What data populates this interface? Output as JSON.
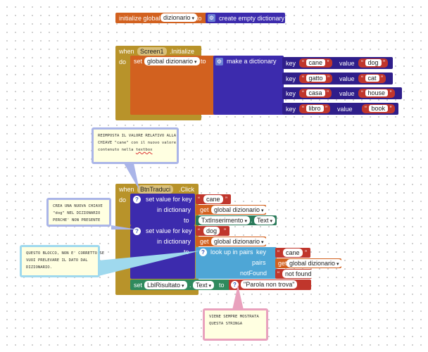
{
  "init_block": {
    "initialize_label": "initialize global",
    "var_name": "dizionario",
    "to_label": "to",
    "create_label": "create empty dictionary"
  },
  "screen_event": {
    "when_label": "when",
    "component": "Screen1",
    "event": ".Initialize",
    "do_label": "do",
    "set_label": "set",
    "set_var": "global dizionario",
    "to_label": "to",
    "make_dict_label": "make a dictionary",
    "pairs": [
      {
        "key_label": "key",
        "key": "cane",
        "value_label": "value",
        "value": "dog"
      },
      {
        "key_label": "key",
        "key": "gatto",
        "value_label": "value",
        "value": "cat"
      },
      {
        "key_label": "key",
        "key": "casa",
        "value_label": "value",
        "value": "house"
      },
      {
        "key_label": "key",
        "key": "libro",
        "value_label": "value",
        "value": "book"
      }
    ]
  },
  "btn_event": {
    "when_label": "when",
    "component": "BtnTraduci",
    "event": ".Click",
    "do_label": "do",
    "set_value_label": "set value for key",
    "in_dict_label": "in dictionary",
    "to_label": "to",
    "get_label": "get",
    "global_dict": "global dizionario",
    "stmt1": {
      "key": "cane",
      "textbox": "TxtInserimento",
      "prop": "Text"
    },
    "stmt2": {
      "key": "dog"
    },
    "lookup_label": "look up in pairs",
    "lookup_key_label": "key",
    "lookup_key": "cane",
    "pairs_label": "pairs",
    "notfound_label": "notFound",
    "notfound_value": "not found",
    "set_label": "set",
    "label_comp": "LblRisultato",
    "label_prop": "Text",
    "set_to_label": "to",
    "result_value": "\"Parola non trova\""
  },
  "comments": {
    "c1": [
      "REIMPOSTA IL VALORE RELATIVO ALLA",
      "CHIAVE \"cane\" con il nuovo valore",
      "contenuto nella "
    ],
    "c1_underlined": "textbox",
    "c2": [
      "CREA UNA NUOVA CHIAVE",
      "\"dog\" NEL DIZIONARIO",
      "PERCHE' NON PRESENTE"
    ],
    "c3": [
      "QUESTO BLOCCO, NON E' CORRETTO SE",
      "VUOI PRELEVARE IL DATO DAL",
      "DIZIONARIO."
    ],
    "c4": [
      "VIENE SEMPRE MOSTRATA",
      "QUESTA STRINGA"
    ]
  },
  "icons": {
    "gear": "gear-icon",
    "question": "question-icon"
  },
  "colors": {
    "variable_orange": "#d2611f",
    "event_gold": "#b8932a",
    "dictionary_navy": "#3c2bad",
    "text_red": "#c0362c",
    "component_teal": "#2a7a5a",
    "lookup_blue": "#4ea6d6"
  }
}
